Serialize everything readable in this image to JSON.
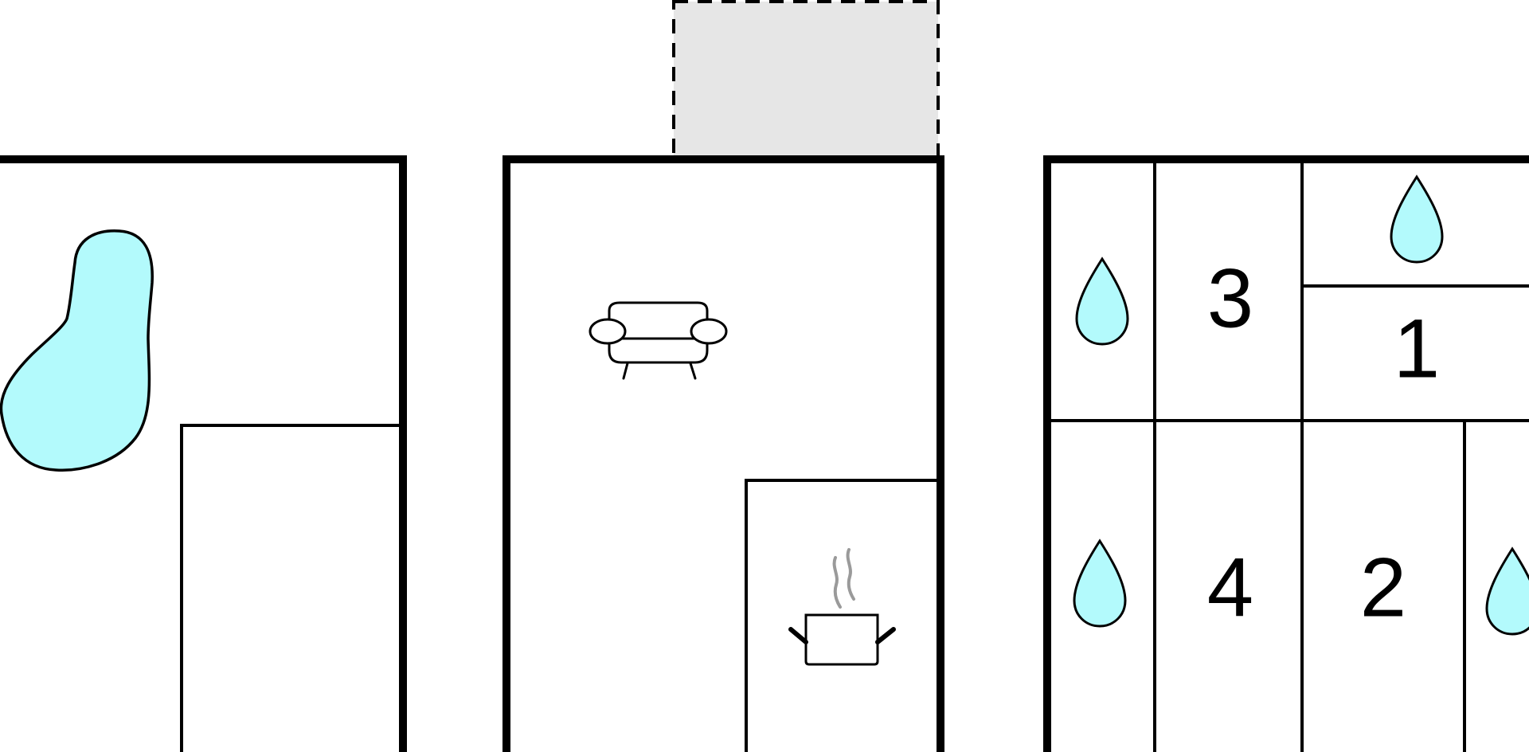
{
  "plan": {
    "colors": {
      "wall": "#000000",
      "water": "#b3fafc",
      "terrace": "#e6e6e6",
      "steam": "#9a9a9a",
      "background": "#ffffff"
    },
    "icons": [
      "pool-icon",
      "sofa-icon",
      "cooking-pot-icon",
      "water-drop-icon"
    ],
    "room_numbers": [
      "3",
      "1",
      "4",
      "2"
    ]
  }
}
